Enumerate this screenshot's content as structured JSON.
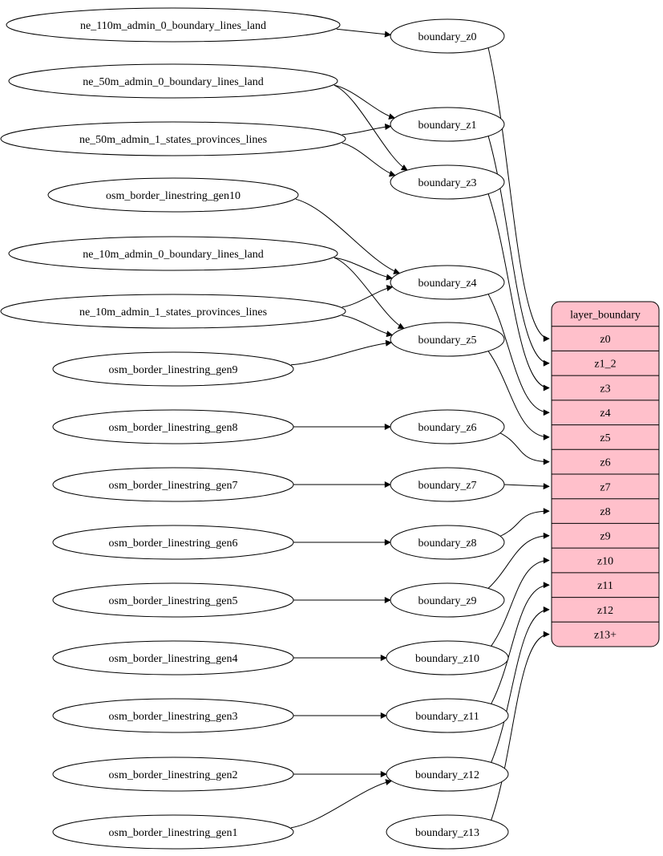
{
  "diagram": {
    "colors": {
      "background": "#ffffff",
      "node_fill": "#ffffff",
      "node_stroke": "#000000",
      "edge": "#000000",
      "text": "#000000",
      "table_fill": "#ffc0cb",
      "table_stroke": "#000000"
    },
    "sources": [
      {
        "id": "ne_110m_admin_0_boundary_lines_land",
        "label": "ne_110m_admin_0_boundary_lines_land"
      },
      {
        "id": "ne_50m_admin_0_boundary_lines_land",
        "label": "ne_50m_admin_0_boundary_lines_land"
      },
      {
        "id": "ne_50m_admin_1_states_provinces_lines",
        "label": "ne_50m_admin_1_states_provinces_lines"
      },
      {
        "id": "osm_border_linestring_gen10",
        "label": "osm_border_linestring_gen10"
      },
      {
        "id": "ne_10m_admin_0_boundary_lines_land",
        "label": "ne_10m_admin_0_boundary_lines_land"
      },
      {
        "id": "ne_10m_admin_1_states_provinces_lines",
        "label": "ne_10m_admin_1_states_provinces_lines"
      },
      {
        "id": "osm_border_linestring_gen9",
        "label": "osm_border_linestring_gen9"
      },
      {
        "id": "osm_border_linestring_gen8",
        "label": "osm_border_linestring_gen8"
      },
      {
        "id": "osm_border_linestring_gen7",
        "label": "osm_border_linestring_gen7"
      },
      {
        "id": "osm_border_linestring_gen6",
        "label": "osm_border_linestring_gen6"
      },
      {
        "id": "osm_border_linestring_gen5",
        "label": "osm_border_linestring_gen5"
      },
      {
        "id": "osm_border_linestring_gen4",
        "label": "osm_border_linestring_gen4"
      },
      {
        "id": "osm_border_linestring_gen3",
        "label": "osm_border_linestring_gen3"
      },
      {
        "id": "osm_border_linestring_gen2",
        "label": "osm_border_linestring_gen2"
      },
      {
        "id": "osm_border_linestring_gen1",
        "label": "osm_border_linestring_gen1"
      }
    ],
    "transforms": [
      {
        "id": "boundary_z0",
        "label": "boundary_z0"
      },
      {
        "id": "boundary_z1",
        "label": "boundary_z1"
      },
      {
        "id": "boundary_z3",
        "label": "boundary_z3"
      },
      {
        "id": "boundary_z4",
        "label": "boundary_z4"
      },
      {
        "id": "boundary_z5",
        "label": "boundary_z5"
      },
      {
        "id": "boundary_z6",
        "label": "boundary_z6"
      },
      {
        "id": "boundary_z7",
        "label": "boundary_z7"
      },
      {
        "id": "boundary_z8",
        "label": "boundary_z8"
      },
      {
        "id": "boundary_z9",
        "label": "boundary_z9"
      },
      {
        "id": "boundary_z10",
        "label": "boundary_z10"
      },
      {
        "id": "boundary_z11",
        "label": "boundary_z11"
      },
      {
        "id": "boundary_z12",
        "label": "boundary_z12"
      },
      {
        "id": "boundary_z13",
        "label": "boundary_z13"
      }
    ],
    "table": {
      "title": "layer_boundary",
      "rows": [
        "z0",
        "z1_2",
        "z3",
        "z4",
        "z5",
        "z6",
        "z7",
        "z8",
        "z9",
        "z10",
        "z11",
        "z12",
        "z13+"
      ]
    },
    "edges_source_to_transform": [
      [
        "ne_110m_admin_0_boundary_lines_land",
        "boundary_z0"
      ],
      [
        "ne_50m_admin_0_boundary_lines_land",
        "boundary_z1"
      ],
      [
        "ne_50m_admin_0_boundary_lines_land",
        "boundary_z3"
      ],
      [
        "ne_50m_admin_1_states_provinces_lines",
        "boundary_z1"
      ],
      [
        "ne_50m_admin_1_states_provinces_lines",
        "boundary_z3"
      ],
      [
        "osm_border_linestring_gen10",
        "boundary_z4"
      ],
      [
        "ne_10m_admin_0_boundary_lines_land",
        "boundary_z4"
      ],
      [
        "ne_10m_admin_0_boundary_lines_land",
        "boundary_z5"
      ],
      [
        "ne_10m_admin_1_states_provinces_lines",
        "boundary_z4"
      ],
      [
        "ne_10m_admin_1_states_provinces_lines",
        "boundary_z5"
      ],
      [
        "osm_border_linestring_gen9",
        "boundary_z5"
      ],
      [
        "osm_border_linestring_gen8",
        "boundary_z6"
      ],
      [
        "osm_border_linestring_gen7",
        "boundary_z7"
      ],
      [
        "osm_border_linestring_gen6",
        "boundary_z8"
      ],
      [
        "osm_border_linestring_gen5",
        "boundary_z9"
      ],
      [
        "osm_border_linestring_gen4",
        "boundary_z10"
      ],
      [
        "osm_border_linestring_gen3",
        "boundary_z11"
      ],
      [
        "osm_border_linestring_gen2",
        "boundary_z12"
      ],
      [
        "osm_border_linestring_gen1",
        "boundary_z12"
      ]
    ],
    "edges_transform_to_row": [
      [
        "boundary_z0",
        "z0"
      ],
      [
        "boundary_z1",
        "z1_2"
      ],
      [
        "boundary_z3",
        "z3"
      ],
      [
        "boundary_z4",
        "z4"
      ],
      [
        "boundary_z5",
        "z5"
      ],
      [
        "boundary_z6",
        "z6"
      ],
      [
        "boundary_z7",
        "z7"
      ],
      [
        "boundary_z8",
        "z8"
      ],
      [
        "boundary_z9",
        "z9"
      ],
      [
        "boundary_z10",
        "z10"
      ],
      [
        "boundary_z11",
        "z11"
      ],
      [
        "boundary_z12",
        "z12"
      ],
      [
        "boundary_z13",
        "z13+"
      ]
    ]
  }
}
